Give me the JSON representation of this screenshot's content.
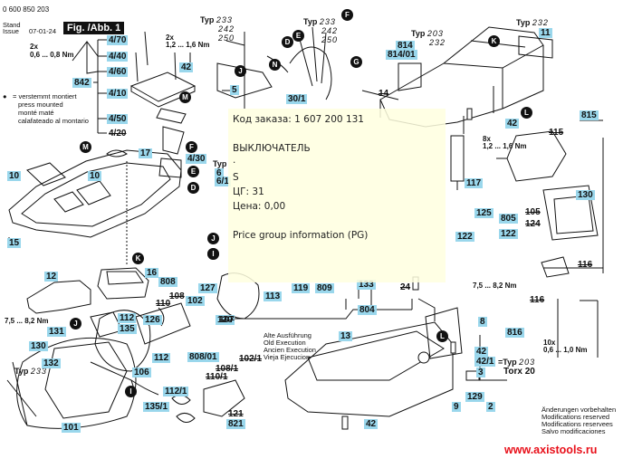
{
  "header": {
    "doc_number": "0 600 850 203",
    "stand_label": "Stand",
    "issue_label": "Issue",
    "issue_date": "07-01-24",
    "figure_title": "Fig. /Abb. 1"
  },
  "legend": {
    "bullet_symbol": "●",
    "lines": [
      "= verstemmt montiert",
      "press mounted",
      "monté maté",
      "calafateado al montario"
    ]
  },
  "torques": {
    "t1_count": "2x",
    "t1_value": "0,6 ... 0,8 Nm",
    "t2_count": "2x",
    "t2_value": "1,2 ... 1,6 Nm",
    "t3_count": "8x",
    "t3_value": "1,2 ... 1,6 Nm",
    "t4_value": "7,5 ... 8,2 Nm",
    "t5_value": "7,5 ... 8,2 Nm",
    "t6_count": "10x",
    "t6_value": "0,6 ... 1,0 Nm"
  },
  "type_notes": {
    "typ_word": "Typ",
    "t_a": [
      "233",
      "242",
      "250"
    ],
    "t_b": [
      "233",
      "242",
      "250"
    ],
    "t_c": [
      "203",
      "232"
    ],
    "t_d": [
      "232"
    ],
    "t_e": [
      "233"
    ],
    "t_f": [
      "203"
    ],
    "t_g_prefix": "=Typ",
    "torx": "Torx 20"
  },
  "old_execution": [
    "Alte Ausführung",
    "Old Execution",
    "Ancien Execution",
    "Vieja Ejecucion"
  ],
  "modifications": [
    "Änderungen vorbehalten",
    "Modifications reserved",
    "Modifications reservees",
    "Salvo modificaciones"
  ],
  "website": "www.axistools.ru",
  "markers": [
    "M",
    "J",
    "N",
    "D",
    "E",
    "F",
    "G",
    "K",
    "L",
    "I",
    "M",
    "F",
    "E",
    "D",
    "K",
    "J",
    "I",
    "J",
    "I",
    "L"
  ],
  "parts": [
    {
      "id": "4/70"
    },
    {
      "id": "4/40"
    },
    {
      "id": "4/60"
    },
    {
      "id": "842"
    },
    {
      "id": "4/10"
    },
    {
      "id": "4/50"
    },
    {
      "id": "4/20",
      "strike": true
    },
    {
      "id": "42"
    },
    {
      "id": "5"
    },
    {
      "id": "30/1"
    },
    {
      "id": "814"
    },
    {
      "id": "814/01"
    },
    {
      "id": "11"
    },
    {
      "id": "14",
      "strike": true
    },
    {
      "id": "42"
    },
    {
      "id": "815"
    },
    {
      "id": "115",
      "strike": true
    },
    {
      "id": "10"
    },
    {
      "id": "10"
    },
    {
      "id": "17"
    },
    {
      "id": "4/30"
    },
    {
      "id": "6"
    },
    {
      "id": "6/1"
    },
    {
      "id": "15"
    },
    {
      "id": "117"
    },
    {
      "id": "125"
    },
    {
      "id": "130"
    },
    {
      "id": "805"
    },
    {
      "id": "105",
      "strike": true
    },
    {
      "id": "124",
      "strike": true
    },
    {
      "id": "122"
    },
    {
      "id": "122"
    },
    {
      "id": "116",
      "strike": true
    },
    {
      "id": "116",
      "strike": true
    },
    {
      "id": "12"
    },
    {
      "id": "16"
    },
    {
      "id": "808"
    },
    {
      "id": "108",
      "strike": true
    },
    {
      "id": "110",
      "strike": true
    },
    {
      "id": "127"
    },
    {
      "id": "102"
    },
    {
      "id": "120"
    },
    {
      "id": "107",
      "strike": true
    },
    {
      "id": "113"
    },
    {
      "id": "119"
    },
    {
      "id": "809"
    },
    {
      "id": "133"
    },
    {
      "id": "804"
    },
    {
      "id": "24",
      "strike": true
    },
    {
      "id": "112"
    },
    {
      "id": "126"
    },
    {
      "id": "135"
    },
    {
      "id": "112"
    },
    {
      "id": "106"
    },
    {
      "id": "131"
    },
    {
      "id": "130"
    },
    {
      "id": "132"
    },
    {
      "id": "101"
    },
    {
      "id": "808/01"
    },
    {
      "id": "102/1",
      "strike": true
    },
    {
      "id": "108/1",
      "strike": true
    },
    {
      "id": "110/1",
      "strike": true
    },
    {
      "id": "112/1"
    },
    {
      "id": "135/1"
    },
    {
      "id": "121",
      "strike": true
    },
    {
      "id": "821"
    },
    {
      "id": "13"
    },
    {
      "id": "42"
    },
    {
      "id": "8"
    },
    {
      "id": "816"
    },
    {
      "id": "42"
    },
    {
      "id": "42/1"
    },
    {
      "id": "3"
    },
    {
      "id": "129"
    },
    {
      "id": "9"
    },
    {
      "id": "2"
    }
  ],
  "tooltip": {
    "order_code": "Код заказа: 1 607 200 131",
    "name": "ВЫКЛЮЧАТЕЛЬ",
    "dot": "·",
    "size": "S",
    "price_group": "ЦГ: 31",
    "price": "Цена: 0,00",
    "pg_info": "Price group information (PG)"
  }
}
